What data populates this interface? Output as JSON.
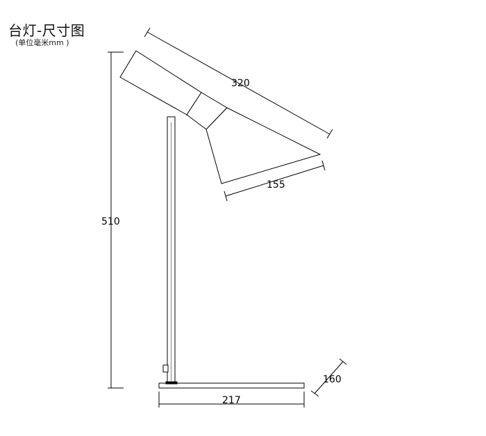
{
  "title": "台灯-尺寸图",
  "unit_note": "(单位毫米mm )",
  "dimensions": {
    "shade_length": "320",
    "shade_opening": "155",
    "height": "510",
    "base_width": "217",
    "base_depth": "160"
  },
  "colors": {
    "line": "#000000",
    "background": "#ffffff"
  }
}
